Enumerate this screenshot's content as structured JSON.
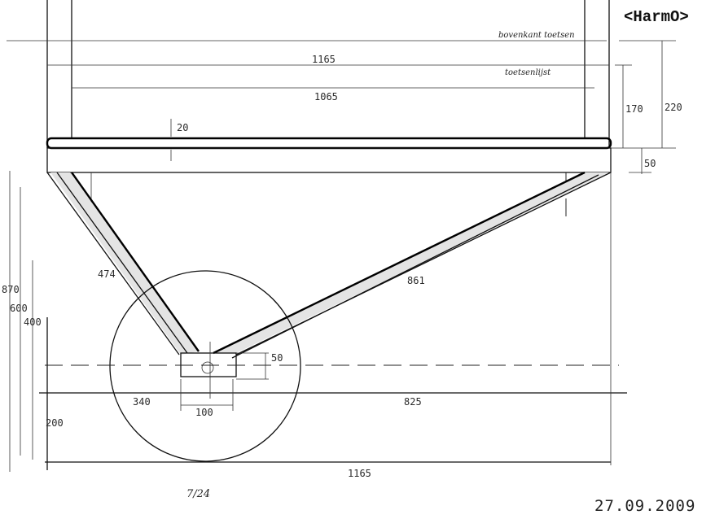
{
  "logo": "<HarmO>",
  "date": "27.09.2009",
  "page_ref": "7/24",
  "labels": {
    "top_of_keys": "bovenkant toetsen",
    "key_rail": "toetsenlijst"
  },
  "dimensions": {
    "width_outer": "1165",
    "width_inner": "1065",
    "rail_thickness": "20",
    "height_rail": "170",
    "height_keys": "220",
    "beam_height": "50",
    "left_strut": "474",
    "right_strut": "861",
    "block_height": "50",
    "left_offset": "340",
    "right_offset": "825",
    "block_width": "100",
    "axle_height": "200",
    "bottom_width": "1165",
    "total_height": "870",
    "height_600": "600",
    "height_400": "400"
  }
}
